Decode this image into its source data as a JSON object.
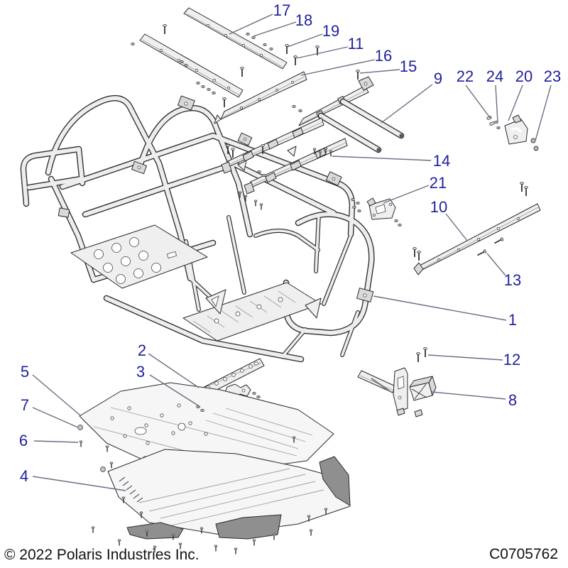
{
  "figure": {
    "copyright": "© 2022 Polaris Industries Inc.",
    "document_code": "C0705762",
    "callout_labels": {
      "n1": "1",
      "n2": "2",
      "n3": "3",
      "n4": "4",
      "n5": "5",
      "n6": "6",
      "n7": "7",
      "n8": "8",
      "n9": "9",
      "n10": "10",
      "n11": "11",
      "n12": "12",
      "n13": "13",
      "n14": "14",
      "n15": "15",
      "n16": "16",
      "n17": "17",
      "n18": "18",
      "n19": "19",
      "n20": "20",
      "n21": "21",
      "n22": "22",
      "n23": "23",
      "n24": "24"
    },
    "colors": {
      "callout_text": "#1f1f9e",
      "leader_line": "#6d6d85",
      "line_art_ink": "#2b2b2b",
      "metal_light": "#efefef",
      "metal_mid": "#d9d9d9",
      "metal_dark": "#8f8f8f",
      "background": "#ffffff"
    }
  }
}
